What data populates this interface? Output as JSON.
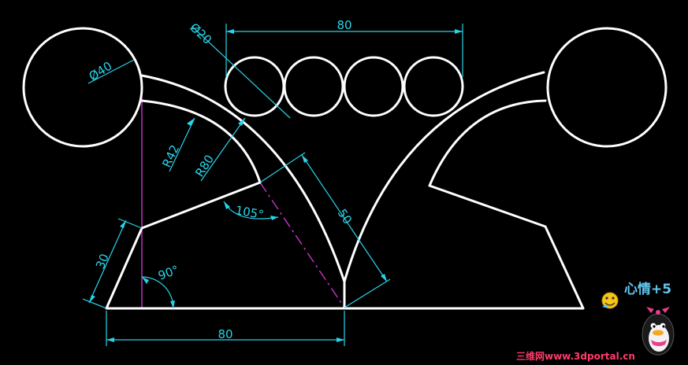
{
  "dimensions": {
    "top_span": "80",
    "bottom_span": "80",
    "circle_small": "Ø20",
    "circle_large": "Ø40",
    "arc_r42": "R42",
    "arc_r80": "R80",
    "length_50": "50",
    "length_30": "30",
    "angle_105": "105°",
    "angle_90": "90°"
  },
  "badge": {
    "mood_text": "心情+5"
  },
  "watermark": {
    "text": "三维网www.3dportal.cn"
  },
  "colors": {
    "geometry": "#ffffff",
    "dimension": "#29d4ea",
    "centerline": "#cc33cc",
    "background": "#000000"
  }
}
